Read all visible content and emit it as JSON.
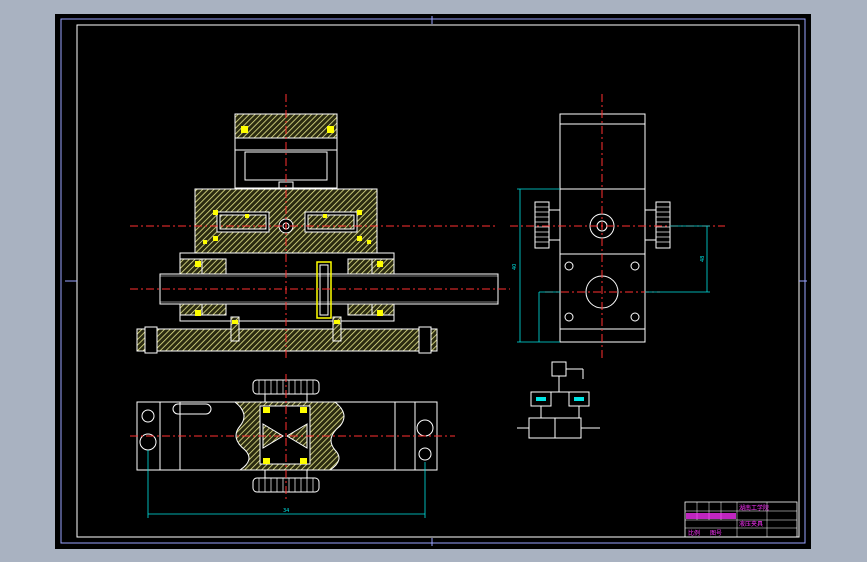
{
  "drawing": {
    "title_block": {
      "company_text": "湖南工学院",
      "drawing_name": "液压夹具",
      "scale_label": "比例",
      "sheet_label": "图号"
    },
    "dimension_labels": {
      "top_view_width": "34",
      "side_view_height": "40",
      "bottom_right": "48"
    },
    "colors": {
      "background": "#000000",
      "outline": "#ffffff",
      "hatch": "#e6e68c",
      "center_line": "#ff3030",
      "dimension": "#00e5e5",
      "highlight": "#ffff00",
      "title_block": "#ff33ff"
    }
  }
}
